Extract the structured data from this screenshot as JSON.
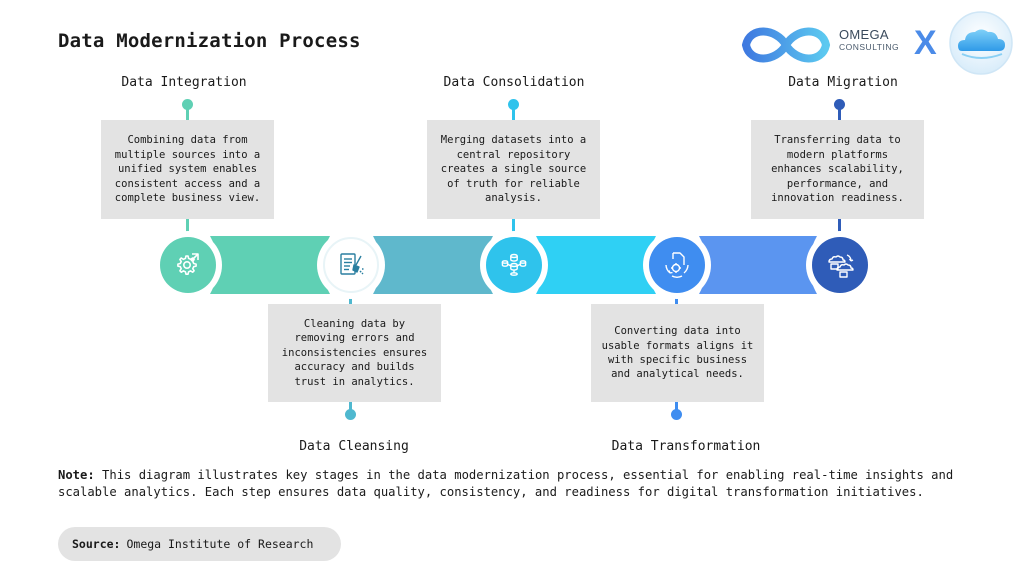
{
  "title": "Data Modernization Process",
  "logo": {
    "line1": "OMEGA",
    "line2": "CONSULTING",
    "cross": "X",
    "brand_color": "#4b8be8"
  },
  "stages": [
    {
      "title": "Data Integration",
      "text": "Combining data from multiple sources into a unified system enables consistent access and a complete business view.",
      "color": "#5fd0b4",
      "icon": "gear-chart-icon"
    },
    {
      "title": "Data Cleansing",
      "text": "Cleaning data by removing errors and inconsistencies ensures accuracy and builds trust in analytics.",
      "color": "#4fb8cf",
      "icon": "document-brush-icon"
    },
    {
      "title": "Data Consolidation",
      "text": "Merging datasets into a central repository creates a single source of truth for reliable analysis.",
      "color": "#2fc3ec",
      "icon": "database-network-icon"
    },
    {
      "title": "Data Transformation",
      "text": "Converting data into usable formats aligns it with specific business and analytical needs.",
      "color": "#3f8df0",
      "icon": "document-gear-cycle-icon"
    },
    {
      "title": "Data Migration",
      "text": "Transferring data to modern platforms enhances scalability, performance, and innovation readiness.",
      "color": "#2f5cb8",
      "icon": "cloud-transfer-icon"
    }
  ],
  "note": {
    "label": "Note:",
    "text": "This diagram illustrates key stages in the data modernization process, essential for enabling real-time insights and scalable analytics. Each step ensures data quality, consistency, and readiness for digital transformation initiatives."
  },
  "source": {
    "label": "Source:",
    "text": "Omega Institute of Research"
  }
}
